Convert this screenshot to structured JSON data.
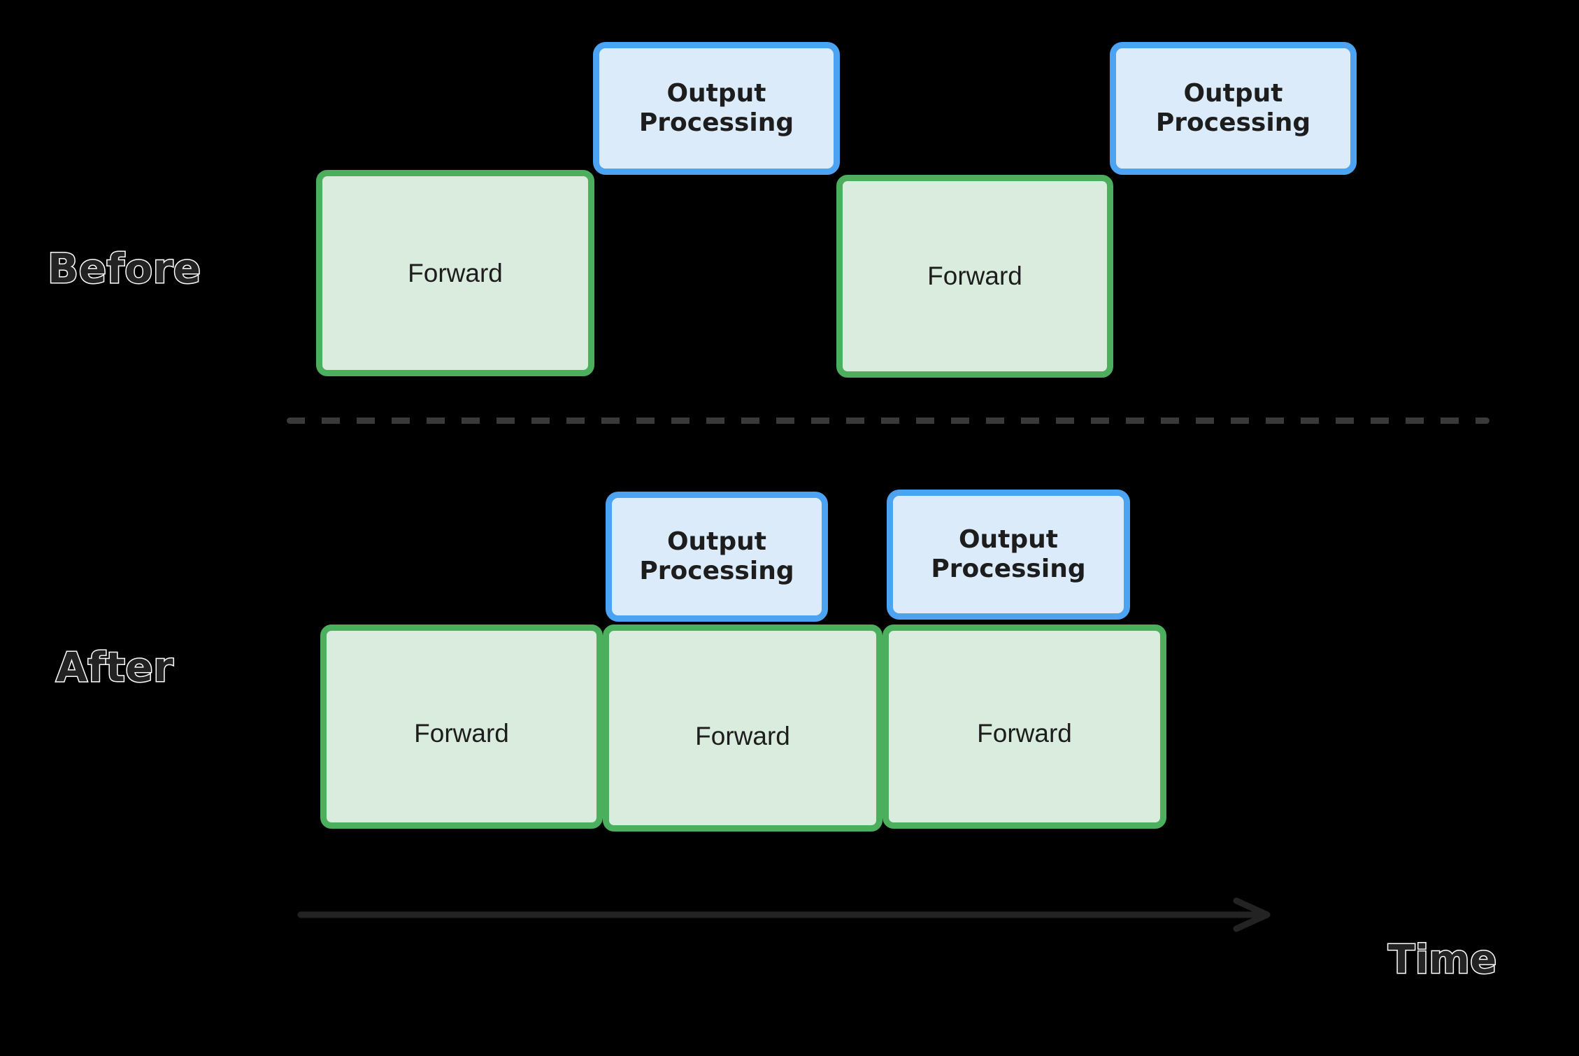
{
  "diagram": {
    "title_label_before": "Before",
    "title_label_after": "After",
    "axis_label": "Time",
    "colors": {
      "background": "#000000",
      "forward_fill": "#d9ecdd",
      "forward_border": "#4caf5e",
      "output_fill": "#dcebfa",
      "output_border": "#4ba3f2",
      "divider": "#3a3a3a",
      "axis": "#232323",
      "label_text": "#232323",
      "label_outline": "#ffffff",
      "block_text": "#1d1d1d"
    }
  },
  "rows": [
    {
      "name": "before",
      "label": "Before",
      "blocks": [
        {
          "kind": "forward",
          "label": "Forward"
        },
        {
          "kind": "output",
          "label_line1": "Output",
          "label_line2": "Processing"
        },
        {
          "kind": "forward",
          "label": "Forward"
        },
        {
          "kind": "output",
          "label_line1": "Output",
          "label_line2": "Processing"
        }
      ]
    },
    {
      "name": "after",
      "label": "After",
      "blocks": [
        {
          "kind": "forward",
          "label": "Forward"
        },
        {
          "kind": "forward",
          "label": "Forward"
        },
        {
          "kind": "forward",
          "label": "Forward"
        },
        {
          "kind": "output",
          "label_line1": "Output",
          "label_line2": "Processing"
        },
        {
          "kind": "output",
          "label_line1": "Output",
          "label_line2": "Processing"
        }
      ]
    }
  ],
  "before": {
    "label": "Before",
    "forward_1": "Forward",
    "forward_2": "Forward",
    "output_1": {
      "line1": "Output",
      "line2": "Processing"
    },
    "output_2": {
      "line1": "Output",
      "line2": "Processing"
    }
  },
  "after": {
    "label": "After",
    "forward_1": "Forward",
    "forward_2": "Forward",
    "forward_3": "Forward",
    "output_1": {
      "line1": "Output",
      "line2": "Processing"
    },
    "output_2": {
      "line1": "Output",
      "line2": "Processing"
    }
  },
  "axis": {
    "label": "Time",
    "direction": "left-to-right"
  }
}
